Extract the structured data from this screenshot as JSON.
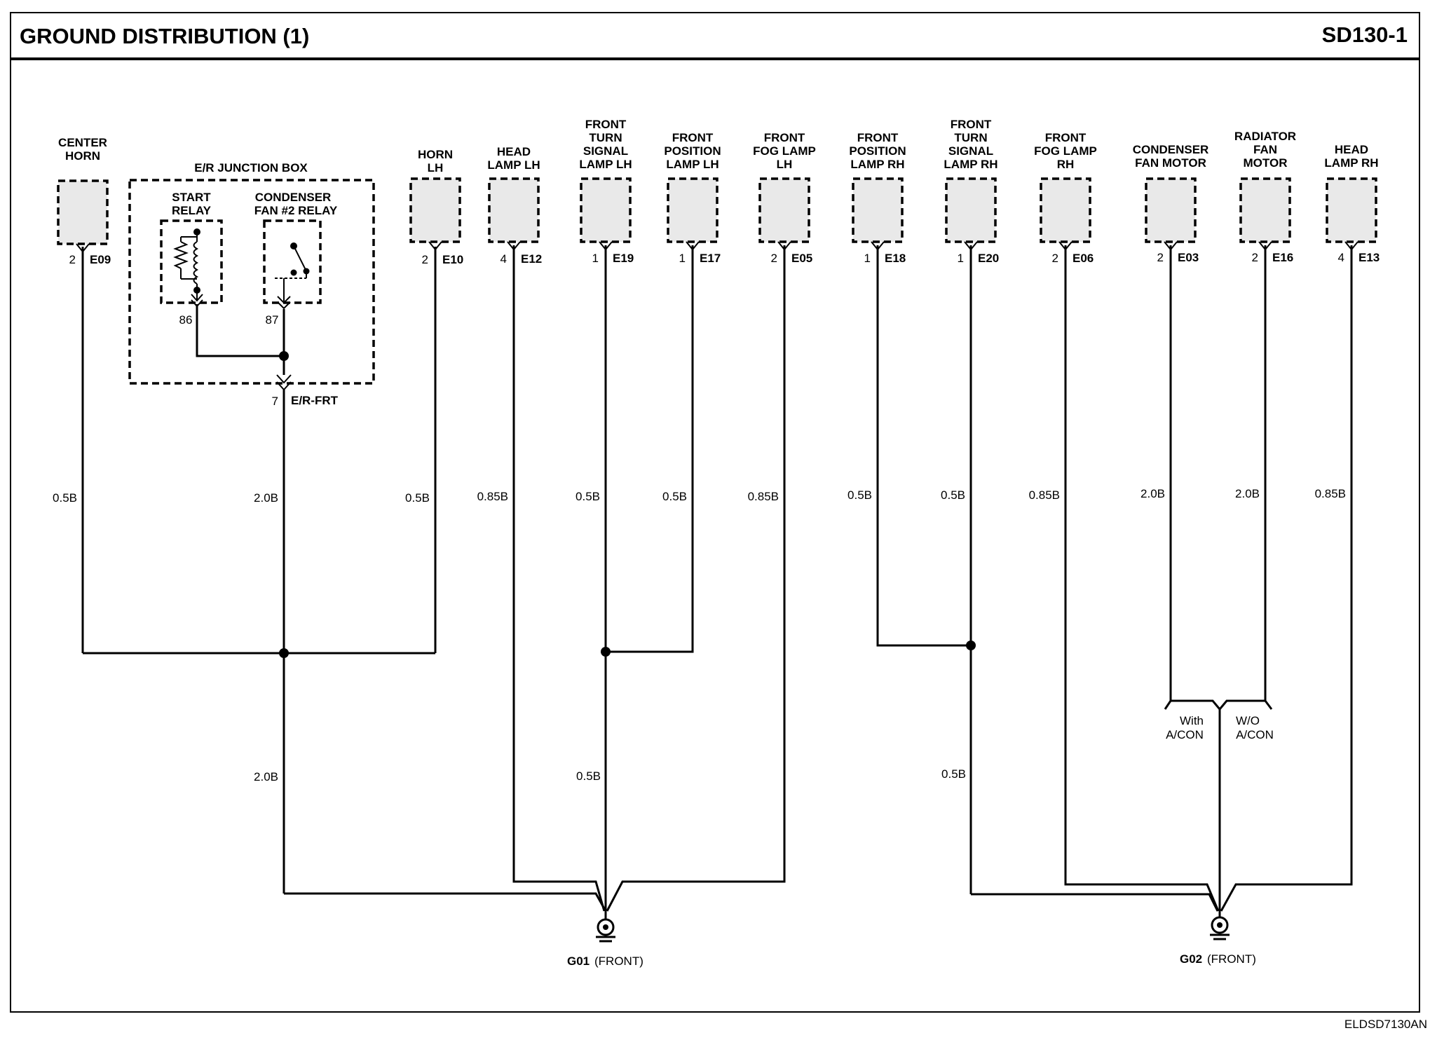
{
  "title": "GROUND DISTRIBUTION (1)",
  "code": "SD130-1",
  "footer_code": "ELDSD7130AN",
  "junction_box": {
    "label": "E/R JUNCTION BOX",
    "start_relay": [
      "START",
      "RELAY"
    ],
    "condenser_relay": [
      "CONDENSER",
      "FAN #2 RELAY"
    ],
    "pin_86": "86",
    "pin_87": "87",
    "output_pin": "7",
    "output_connector": "E/R-FRT"
  },
  "components": [
    {
      "id": "center-horn",
      "name": [
        "CENTER",
        "HORN"
      ],
      "pin": "2",
      "connector": "E09",
      "wire": "0.5B"
    },
    {
      "id": "horn-lh",
      "name": [
        "HORN",
        "LH"
      ],
      "pin": "2",
      "connector": "E10",
      "wire": "0.5B"
    },
    {
      "id": "head-lamp-lh",
      "name": [
        "HEAD",
        "LAMP LH"
      ],
      "pin": "4",
      "connector": "E12",
      "wire": "0.85B"
    },
    {
      "id": "front-turn-signal-lamp-lh",
      "name": [
        "FRONT",
        "TURN",
        "SIGNAL",
        "LAMP LH"
      ],
      "pin": "1",
      "connector": "E19",
      "wire": "0.5B"
    },
    {
      "id": "front-position-lamp-lh",
      "name": [
        "FRONT",
        "POSITION",
        "LAMP LH"
      ],
      "pin": "1",
      "connector": "E17",
      "wire": "0.5B"
    },
    {
      "id": "front-fog-lamp-lh",
      "name": [
        "FRONT",
        "FOG LAMP",
        "LH"
      ],
      "pin": "2",
      "connector": "E05",
      "wire": "0.85B"
    },
    {
      "id": "front-position-lamp-rh",
      "name": [
        "FRONT",
        "POSITION",
        "LAMP RH"
      ],
      "pin": "1",
      "connector": "E18",
      "wire": "0.5B"
    },
    {
      "id": "front-turn-signal-lamp-rh",
      "name": [
        "FRONT",
        "TURN",
        "SIGNAL",
        "LAMP RH"
      ],
      "pin": "1",
      "connector": "E20",
      "wire": "0.5B"
    },
    {
      "id": "front-fog-lamp-rh",
      "name": [
        "FRONT",
        "FOG LAMP",
        "RH"
      ],
      "pin": "2",
      "connector": "E06",
      "wire": "0.85B"
    },
    {
      "id": "condenser-fan-motor",
      "name": [
        "CONDENSER",
        "FAN MOTOR"
      ],
      "pin": "2",
      "connector": "E03",
      "wire": "2.0B"
    },
    {
      "id": "radiator-fan-motor",
      "name": [
        "RADIATOR",
        "FAN",
        "MOTOR"
      ],
      "pin": "2",
      "connector": "E16",
      "wire": "2.0B"
    },
    {
      "id": "head-lamp-rh",
      "name": [
        "HEAD",
        "LAMP RH"
      ],
      "pin": "4",
      "connector": "E13",
      "wire": "0.85B"
    }
  ],
  "junction_wire": "2.0B",
  "trunk_wires": {
    "left_trunk": "2.0B",
    "g01_trunk": "0.5B",
    "g02_trunk": "0.5B"
  },
  "option_labels": {
    "with": [
      "With",
      "A/CON"
    ],
    "without": [
      "W/O",
      "A/CON"
    ]
  },
  "grounds": [
    {
      "id": "g01",
      "name": "G01",
      "location": "(FRONT)"
    },
    {
      "id": "g02",
      "name": "G02",
      "location": "(FRONT)"
    }
  ]
}
